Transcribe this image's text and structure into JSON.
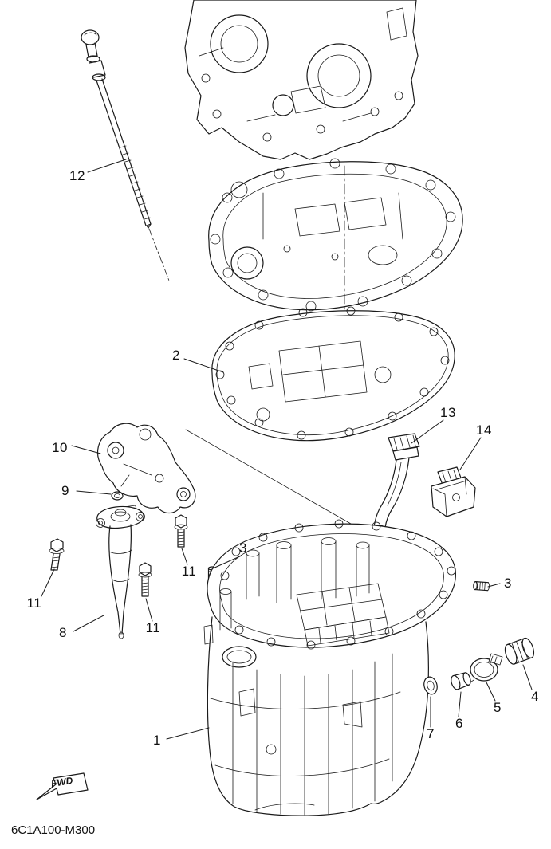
{
  "diagram": {
    "part_code": "6C1A100-M300",
    "fwd": {
      "label": "FWD"
    },
    "callouts": [
      {
        "id": "callout-12",
        "label": "12"
      },
      {
        "id": "callout-2",
        "label": "2"
      },
      {
        "id": "callout-13",
        "label": "13"
      },
      {
        "id": "callout-14",
        "label": "14"
      },
      {
        "id": "callout-10",
        "label": "10"
      },
      {
        "id": "callout-9",
        "label": "9"
      },
      {
        "id": "callout-3-left",
        "label": "3"
      },
      {
        "id": "callout-3-right",
        "label": "3"
      },
      {
        "id": "callout-11-left",
        "label": "11"
      },
      {
        "id": "callout-11-mid",
        "label": "11"
      },
      {
        "id": "callout-11-lower",
        "label": "11"
      },
      {
        "id": "callout-8",
        "label": "8"
      },
      {
        "id": "callout-1",
        "label": "1"
      },
      {
        "id": "callout-7",
        "label": "7"
      },
      {
        "id": "callout-6",
        "label": "6"
      },
      {
        "id": "callout-5",
        "label": "5"
      },
      {
        "id": "callout-4",
        "label": "4"
      }
    ]
  }
}
